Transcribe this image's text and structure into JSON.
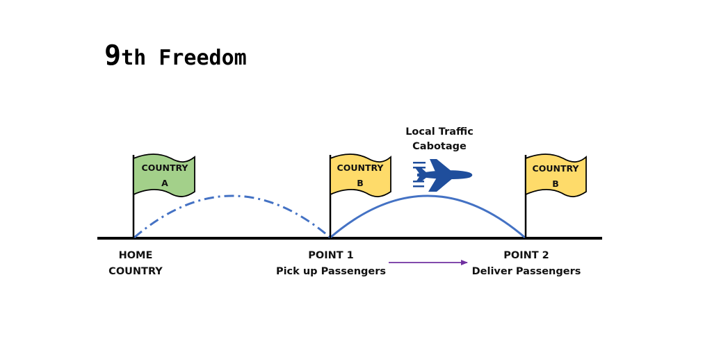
{
  "title": {
    "main": "9",
    "suffix": "th Freedom"
  },
  "flags": [
    {
      "line1": "COUNTRY",
      "line2": "A",
      "color": "#a3d08a"
    },
    {
      "line1": "COUNTRY",
      "line2": "B",
      "color": "#fedb6a"
    },
    {
      "line1": "COUNTRY",
      "line2": "B",
      "color": "#fedb6a"
    }
  ],
  "flight_label": {
    "line1": "Local Traffic",
    "line2": "Cabotage"
  },
  "points": [
    {
      "line1": "HOME",
      "line2": "COUNTRY"
    },
    {
      "line1": "POINT 1",
      "line2": "Pick up Passengers"
    },
    {
      "line1": "POINT 2",
      "line2": "Deliver Passengers"
    }
  ],
  "colors": {
    "route": "#4472c4",
    "arrow": "#7030a0",
    "plane": "#1f4e9c",
    "ground": "#000000"
  },
  "icons": {
    "plane": "airplane-icon"
  }
}
